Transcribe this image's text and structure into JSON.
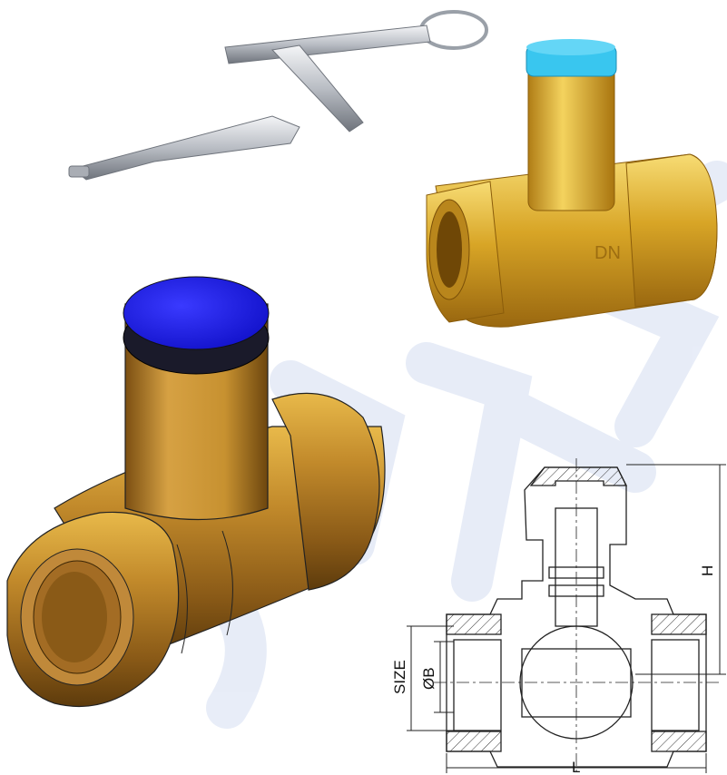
{
  "drawing": {
    "height_label": "H",
    "length_label": "L",
    "size_label": "SIZE",
    "bore_label": "ØB"
  },
  "colors": {
    "brass_light": "#f2cc55",
    "brass_mid": "#d9a422",
    "brass_dark": "#8a5a0c",
    "cap_blue_3d": "#1a1aff",
    "cap_blue_photo": "#39c6ef",
    "steel": "#c9ccd1",
    "watermark": "#e6ecf8"
  },
  "icons": [
    "lock-key-image",
    "brass-valve-photo",
    "valve-3d-render",
    "valve-section-drawing"
  ]
}
